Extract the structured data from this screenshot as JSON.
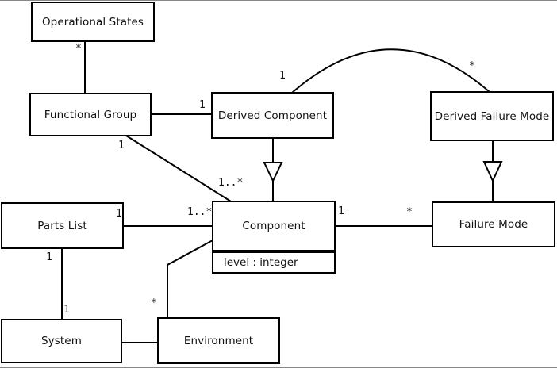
{
  "diagram": {
    "kind": "uml-class-diagram",
    "colors": {
      "line": "#000000",
      "box_fill": "#ffffff",
      "background": "#ffffff",
      "screen_edge": "#888888"
    },
    "classes": {
      "operational_states": {
        "name": "Operational States"
      },
      "functional_group": {
        "name": "Functional Group"
      },
      "derived_component": {
        "name": "Derived Component"
      },
      "derived_failure_mode": {
        "name": "Derived Failure Mode"
      },
      "parts_list": {
        "name": "Parts List"
      },
      "component": {
        "name": "Component",
        "attributes": [
          "level : integer"
        ]
      },
      "failure_mode": {
        "name": "Failure Mode"
      },
      "system": {
        "name": "System"
      },
      "environment": {
        "name": "Environment"
      }
    },
    "associations": [
      {
        "from": "Operational States",
        "to": "Functional Group",
        "from_multiplicity": "*",
        "to_multiplicity": ""
      },
      {
        "from": "Functional Group",
        "to": "Derived Component",
        "from_multiplicity": "",
        "to_multiplicity": "1"
      },
      {
        "from": "Functional Group",
        "to": "Component",
        "from_multiplicity": "1",
        "to_multiplicity": "1..*"
      },
      {
        "from": "Derived Component",
        "to": "Derived Failure Mode",
        "from_multiplicity": "1",
        "to_multiplicity": "*",
        "shape": "arc"
      },
      {
        "from": "Parts List",
        "to": "Component",
        "from_multiplicity": "1",
        "to_multiplicity": "1..*"
      },
      {
        "from": "Component",
        "to": "Failure Mode",
        "from_multiplicity": "1",
        "to_multiplicity": "*"
      },
      {
        "from": "Parts List",
        "to": "System",
        "from_multiplicity": "1",
        "to_multiplicity": "1"
      },
      {
        "from": "Environment",
        "to": "Component",
        "from_multiplicity": "*",
        "to_multiplicity": ""
      },
      {
        "from": "System",
        "to": "Environment",
        "from_multiplicity": "",
        "to_multiplicity": ""
      }
    ],
    "generalizations": [
      {
        "child": "Derived Component",
        "parent": "Component"
      },
      {
        "child": "Derived Failure Mode",
        "parent": "Failure Mode"
      }
    ],
    "multiplicities": {
      "os_fg_star": "*",
      "fg_dc_one": "1",
      "fg_comp_one": "1",
      "fg_comp_many": "1..*",
      "arc_dc_one": "1",
      "arc_dfm_star": "*",
      "pl_comp_one": "1",
      "pl_comp_many": "1..*",
      "comp_fm_one": "1",
      "comp_fm_star": "*",
      "pl_sys_one_top": "1",
      "pl_sys_one_bottom": "1",
      "env_comp_star": "*"
    }
  }
}
